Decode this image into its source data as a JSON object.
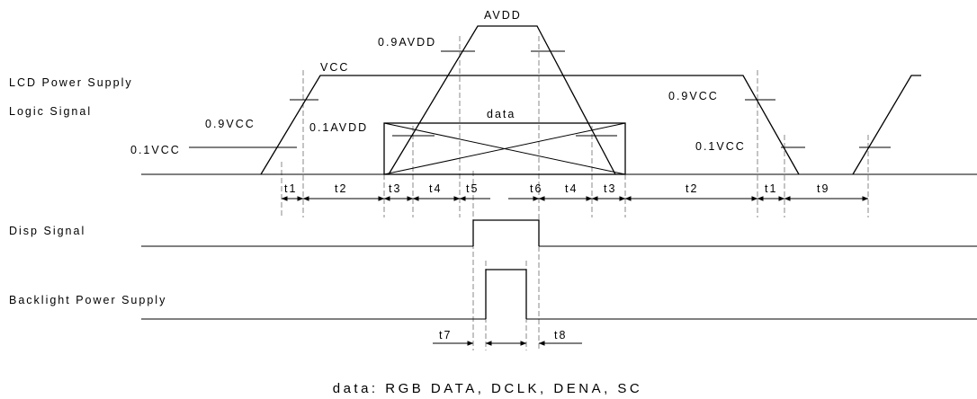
{
  "signals": {
    "lcd_power": "LCD Power Supply",
    "logic": "Logic Signal",
    "disp": "Disp Signal",
    "backlight": "Backlight Power Supply"
  },
  "levels": {
    "avdd": "AVDD",
    "avdd_90": "0.9AVDD",
    "avdd_10": "0.1AVDD",
    "vcc": "VCC",
    "vcc_90_rise": "0.9VCC",
    "vcc_10_rise": "0.1VCC",
    "vcc_90_fall": "0.9VCC",
    "vcc_10_fall": "0.1VCC",
    "data": "data"
  },
  "intervals": {
    "t1a": "t1",
    "t2a": "t2",
    "t3a": "t3",
    "t4a": "t4",
    "t5": "t5",
    "t6": "t6",
    "t4b": "t4",
    "t3b": "t3",
    "t2b": "t2",
    "t1b": "t1",
    "t9": "t9",
    "t7": "t7",
    "t8": "t8"
  },
  "caption": "data: RGB DATA, DCLK, DENA, SC"
}
